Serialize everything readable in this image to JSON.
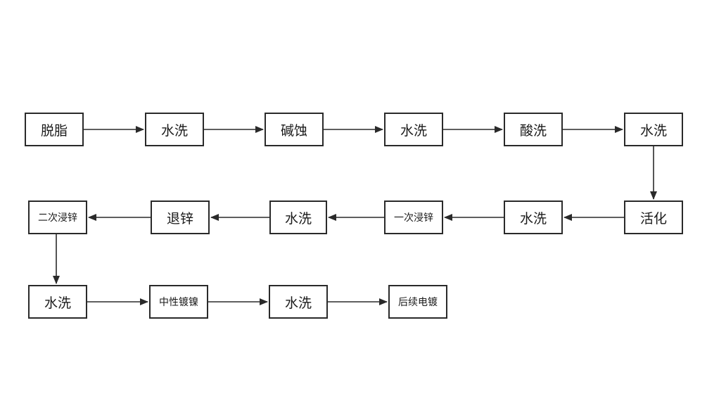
{
  "steps": [
    {
      "id": "s1",
      "label": "脱脂"
    },
    {
      "id": "s2",
      "label": "水洗"
    },
    {
      "id": "s3",
      "label": "碱蚀"
    },
    {
      "id": "s4",
      "label": "水洗"
    },
    {
      "id": "s5",
      "label": "酸洗"
    },
    {
      "id": "s6",
      "label": "水洗"
    },
    {
      "id": "s7",
      "label": "活化"
    },
    {
      "id": "s8",
      "label": "水洗"
    },
    {
      "id": "s9",
      "label": "一次浸锌"
    },
    {
      "id": "s10",
      "label": "水洗"
    },
    {
      "id": "s11",
      "label": "退锌"
    },
    {
      "id": "s12",
      "label": "二次浸锌"
    },
    {
      "id": "s13",
      "label": "水洗"
    },
    {
      "id": "s14",
      "label": "中性镀镍"
    },
    {
      "id": "s15",
      "label": "水洗"
    },
    {
      "id": "s16",
      "label": "后续电镀"
    }
  ],
  "connections": [
    [
      "s1",
      "s2"
    ],
    [
      "s2",
      "s3"
    ],
    [
      "s3",
      "s4"
    ],
    [
      "s4",
      "s5"
    ],
    [
      "s5",
      "s6"
    ],
    [
      "s6",
      "s7"
    ],
    [
      "s7",
      "s8"
    ],
    [
      "s8",
      "s9"
    ],
    [
      "s9",
      "s10"
    ],
    [
      "s10",
      "s11"
    ],
    [
      "s11",
      "s12"
    ],
    [
      "s12",
      "s13"
    ],
    [
      "s13",
      "s14"
    ],
    [
      "s14",
      "s15"
    ],
    [
      "s15",
      "s16"
    ]
  ],
  "colors": {
    "stroke": "#2a2a2a",
    "text": "#1a1a1a",
    "background": "#ffffff"
  }
}
